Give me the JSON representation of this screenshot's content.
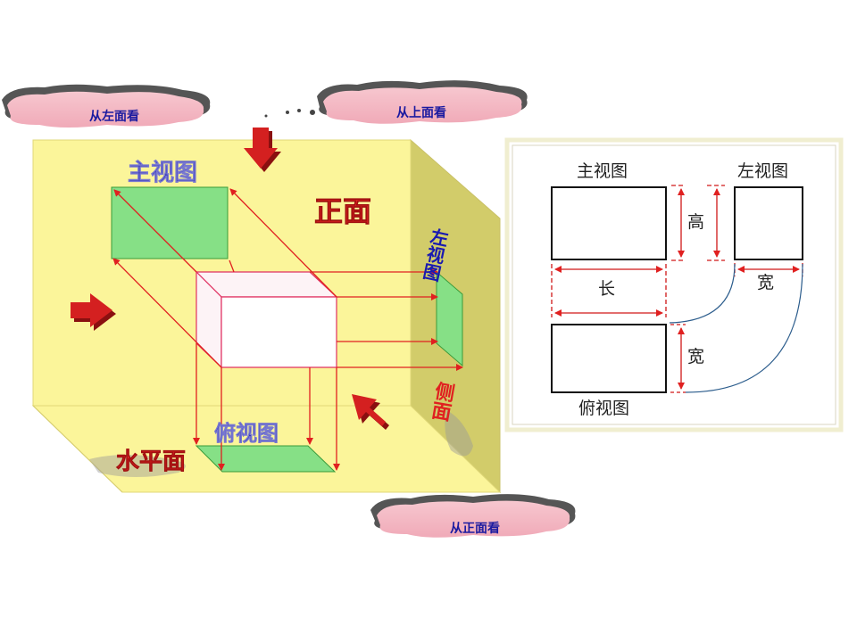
{
  "clouds": {
    "left": "从左面看",
    "top": "从上面看",
    "front": "从正面看"
  },
  "box_labels": {
    "main_view": "主视图",
    "front_face": "正面",
    "left_view": "左视图",
    "side_face": "侧面",
    "top_view": "俯视图",
    "horizontal_face": "水平面"
  },
  "projection_panel": {
    "main_view": "主视图",
    "left_view": "左视图",
    "top_view": "俯视图",
    "height": "高",
    "length": "长",
    "width_right": "宽",
    "width_bottom": "宽"
  },
  "colors": {
    "box_face": "#fbf59a",
    "box_side": "#d2cc6a",
    "view_fill": "#86e086",
    "red": "#e02020",
    "blue": "#1a1aa0"
  }
}
